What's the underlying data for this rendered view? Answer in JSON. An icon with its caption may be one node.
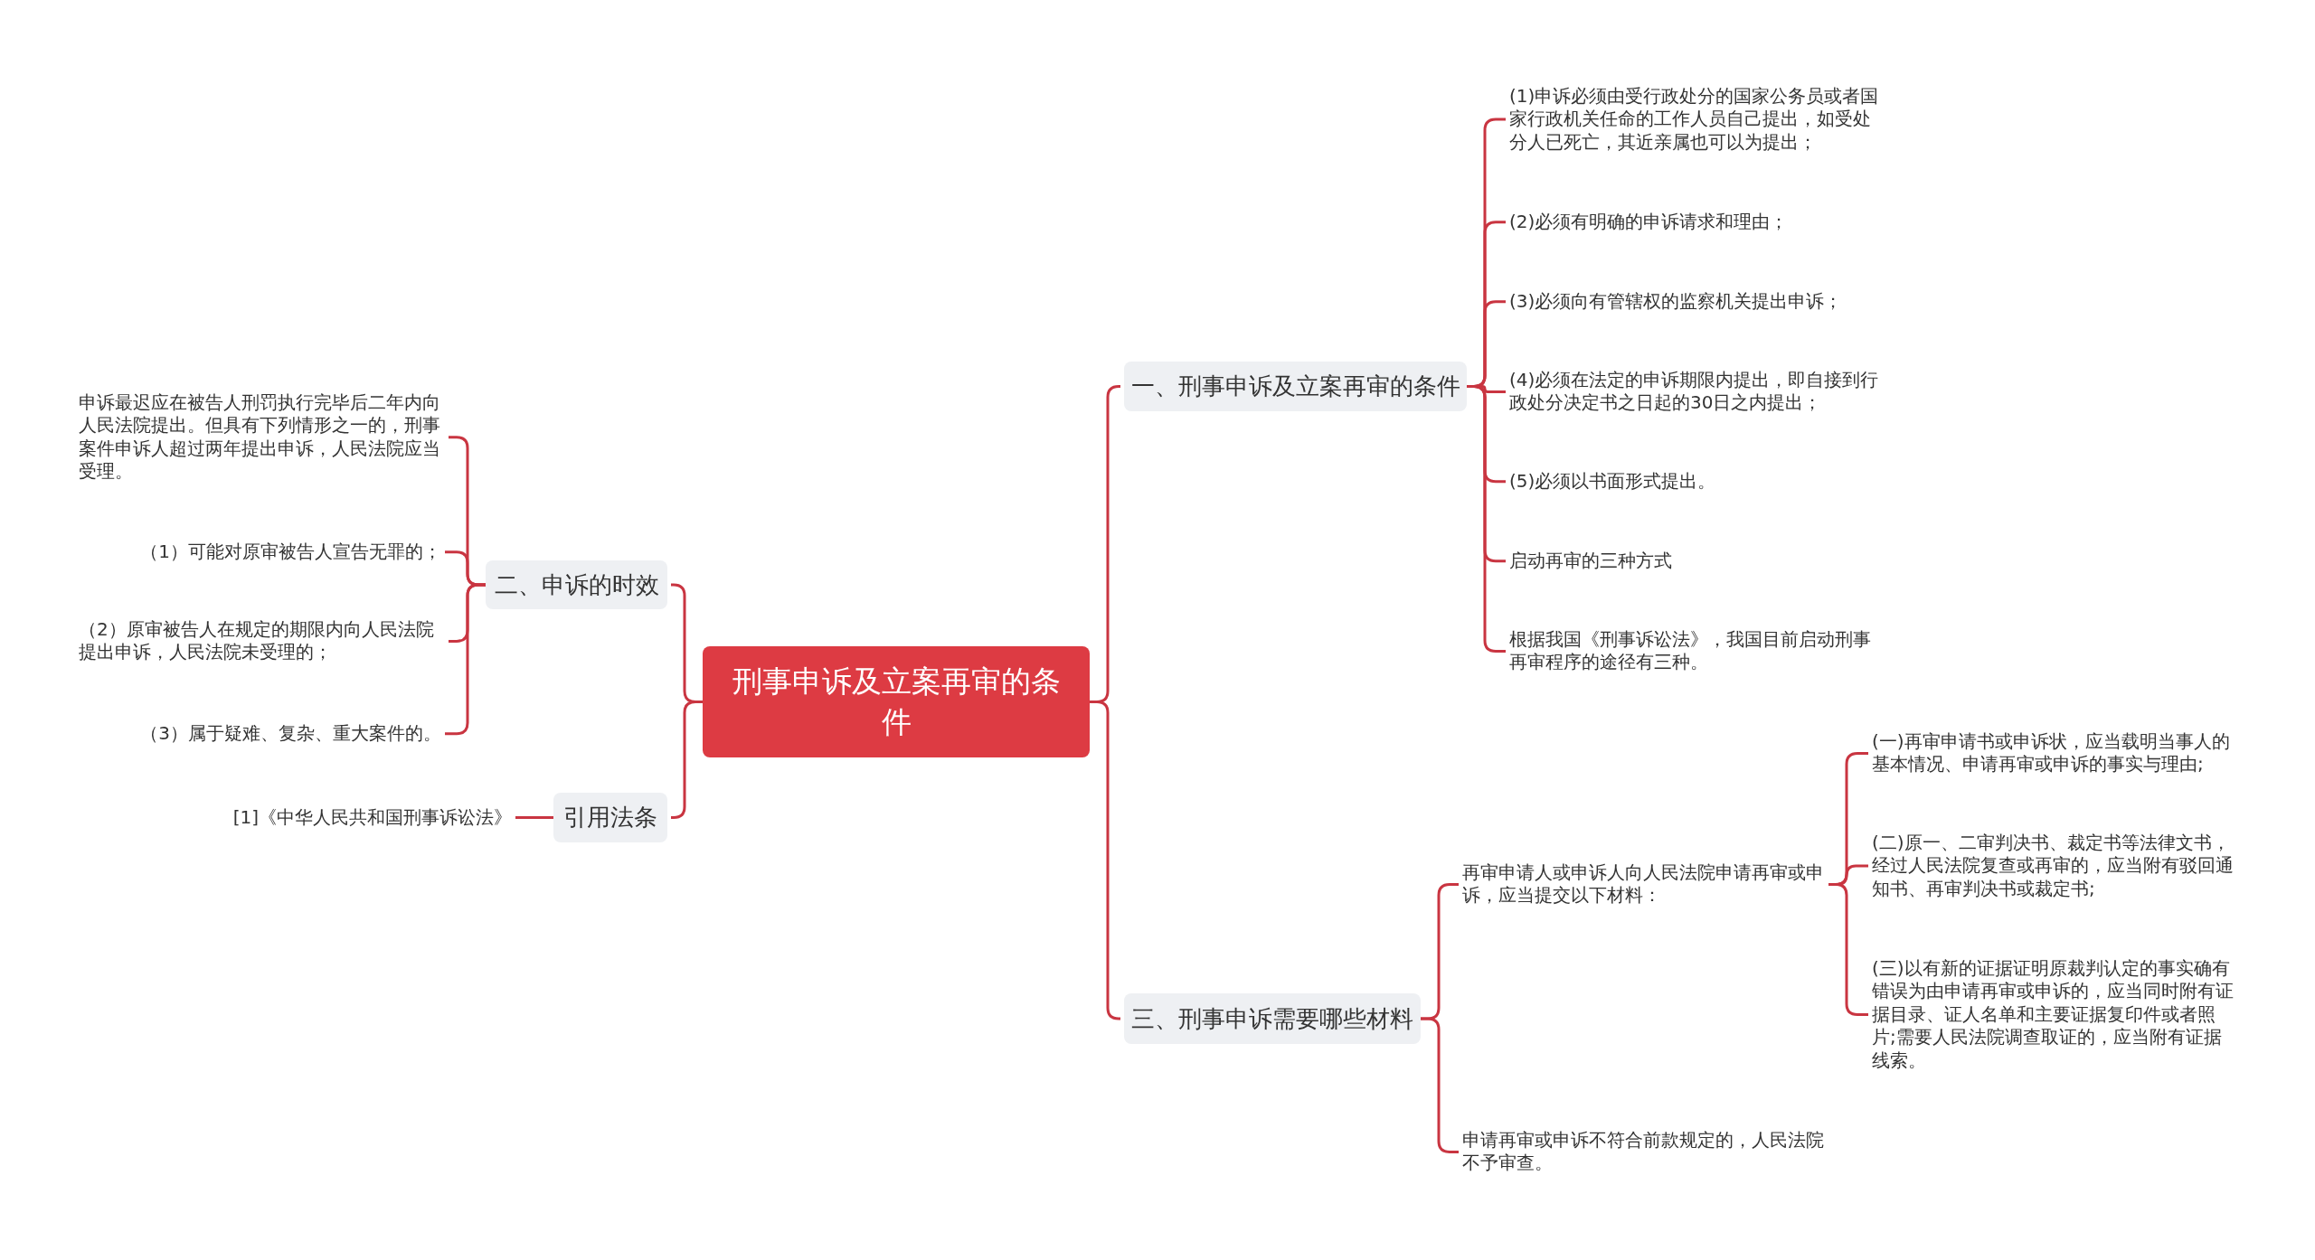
{
  "diagram": {
    "nodes": [
      {
        "text": [
          "刑事申诉及立案再审的条件"
        ]
      },
      {
        "text": [
          "一、刑事申诉及立案再审的条件"
        ]
      },
      {
        "text": [
          "(1)申诉必须由受行政处分的国家公务员或者国家行政机关任命的工作人员自己提出，如受处分人已死亡，其近亲属也可以为提出；"
        ]
      },
      {
        "text": [
          "(2)必须有明确的申诉请求和理由；"
        ]
      },
      {
        "text": [
          "(3)必须向有管辖权的监察机关提出申诉；"
        ]
      },
      {
        "text": [
          "(4)必须在法定的申诉期限内提出，即自接到行政处分决定书之日起的30日之内提出；"
        ]
      },
      {
        "text": [
          "(5)必须以书面形式提出。"
        ]
      },
      {
        "text": [
          "启动再审的三种方式"
        ]
      },
      {
        "text": [
          "根据我国《刑事诉讼法》，我国目前启动刑事再审程序的途径有三种。"
        ]
      },
      {
        "text": [
          "二、申诉的时效"
        ]
      },
      {
        "text": [
          "申诉最迟应在被告人刑罚执行完毕后二年内向人民法院提出。但具有下列情形之一的，刑事案件申诉人超过两年提出申诉，人民法院应当受理。"
        ]
      },
      {
        "text": [
          "（1）可能对原审被告人宣告无罪的；"
        ]
      },
      {
        "text": [
          "（2）原审被告人在规定的期限内向人民法院提出申诉，人民法院未受理的；"
        ]
      },
      {
        "text": [
          "（3）属于疑难、复杂、重大案件的。"
        ]
      },
      {
        "text": [
          "引用法条"
        ]
      },
      {
        "text": [
          "[1]《中华人民共和国刑事诉讼法》"
        ]
      },
      {
        "text": [
          "三、刑事申诉需要哪些材料"
        ]
      },
      {
        "text": [
          "再审申请人或申诉人向人民法院申请再审或申诉，应当提交以下材料："
        ]
      },
      {
        "text": [
          "(一)再审申请书或申诉状，应当载明当事人的基本情况、申请再审或申诉的事实与理由;"
        ]
      },
      {
        "text": [
          "(二)原一、二审判决书、裁定书等法律文书，经过人民法院复查或再审的，应当附有驳回通知书、再审判决书或裁定书;"
        ]
      },
      {
        "text": [
          "(三)以有新的证据证明原裁判认定的事实确有错误为由申请再审或申诉的，应当同时附有证据目录、证人名单和主要证据复印件或者照片;需要人民法院调查取证的，应当附有证据线索。"
        ]
      },
      {
        "text": [
          "申请再审或申诉不符合前款规定的，人民法院不予审查。"
        ]
      }
    ],
    "edges": [
      {
        "from": 0,
        "to": 1,
        "arrow": "none"
      },
      {
        "from": 1,
        "to": 2,
        "arrow": "none"
      },
      {
        "from": 1,
        "to": 3,
        "arrow": "none"
      },
      {
        "from": 1,
        "to": 4,
        "arrow": "none"
      },
      {
        "from": 1,
        "to": 5,
        "arrow": "none"
      },
      {
        "from": 1,
        "to": 6,
        "arrow": "none"
      },
      {
        "from": 1,
        "to": 7,
        "arrow": "none"
      },
      {
        "from": 1,
        "to": 8,
        "arrow": "none"
      },
      {
        "from": 0,
        "to": 9,
        "arrow": "none"
      },
      {
        "from": 9,
        "to": 10,
        "arrow": "none"
      },
      {
        "from": 9,
        "to": 11,
        "arrow": "none"
      },
      {
        "from": 9,
        "to": 12,
        "arrow": "none"
      },
      {
        "from": 9,
        "to": 13,
        "arrow": "none"
      },
      {
        "from": 0,
        "to": 14,
        "arrow": "none"
      },
      {
        "from": 14,
        "to": 15,
        "arrow": "none"
      },
      {
        "from": 0,
        "to": 16,
        "arrow": "none"
      },
      {
        "from": 16,
        "to": 17,
        "arrow": "none"
      },
      {
        "from": 17,
        "to": 18,
        "arrow": "none"
      },
      {
        "from": 17,
        "to": 19,
        "arrow": "none"
      },
      {
        "from": 17,
        "to": 20,
        "arrow": "none"
      },
      {
        "from": 16,
        "to": 21,
        "arrow": "none"
      }
    ]
  }
}
